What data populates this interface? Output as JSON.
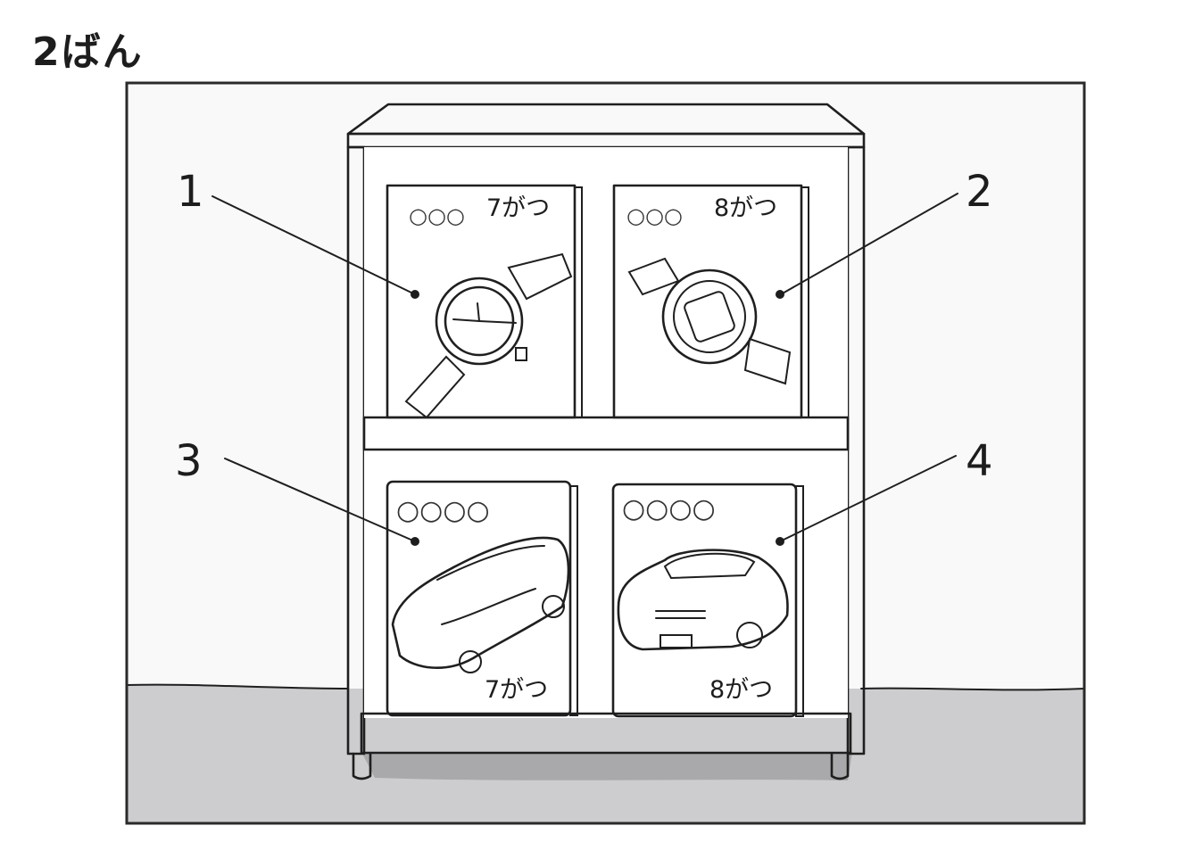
{
  "title": "2ばん",
  "scene": {
    "wall_color": "#f9f9f9",
    "floor_color": "#cdcdcf",
    "shadow_color": "#a9a9ab",
    "item_fill": "#bdbdbd"
  },
  "options": [
    {
      "number": "1",
      "subject": "analog-watch-magazine",
      "month_label": "7がつ",
      "cover_title": "○○○"
    },
    {
      "number": "2",
      "subject": "digital-watch-magazine",
      "month_label": "8がつ",
      "cover_title": "○○○"
    },
    {
      "number": "3",
      "subject": "car-top-view-magazine",
      "month_label": "7がつ",
      "cover_title": "○○○○"
    },
    {
      "number": "4",
      "subject": "car-front-view-magazine",
      "month_label": "8がつ",
      "cover_title": "○○○○"
    }
  ]
}
